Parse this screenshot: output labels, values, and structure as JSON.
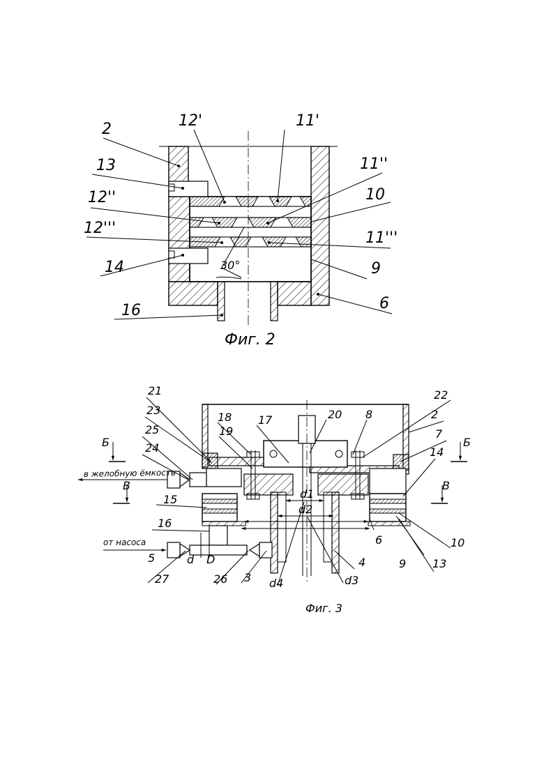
{
  "fig2": {
    "caption": "Фиг. 2",
    "angle": "30°",
    "labels": {
      "l2": "2",
      "l12p": "12'",
      "l11p": "11'",
      "l13": "13",
      "l11pp": "11''",
      "l12pp": "12''",
      "l10": "10",
      "l12ppp": "12'''",
      "l11ppp": "11'''",
      "l14": "14",
      "l9": "9",
      "l16": "16",
      "l6": "6"
    }
  },
  "fig3": {
    "caption": "Фиг. 3",
    "to_tank": "в желобную ёмкость",
    "from_pump": "от насоса",
    "section_b": "Б",
    "section_v": "В",
    "labels": {
      "l21": "21",
      "l22": "22",
      "l23": "23",
      "l18": "18",
      "l17": "17",
      "l20": "20",
      "l8": "8",
      "l2": "2",
      "l25": "25",
      "l19": "19",
      "l7": "7",
      "l24": "24",
      "l14": "14",
      "l15": "15",
      "l16": "16",
      "l6": "6",
      "l10": "10",
      "l5": "5",
      "l9": "9",
      "l13": "13",
      "l4": "4",
      "l27": "27",
      "l26": "26",
      "l3": "3",
      "d": "d",
      "D": "D",
      "d1": "d1",
      "d2": "d2",
      "d3": "d3",
      "d4": "d4"
    }
  }
}
